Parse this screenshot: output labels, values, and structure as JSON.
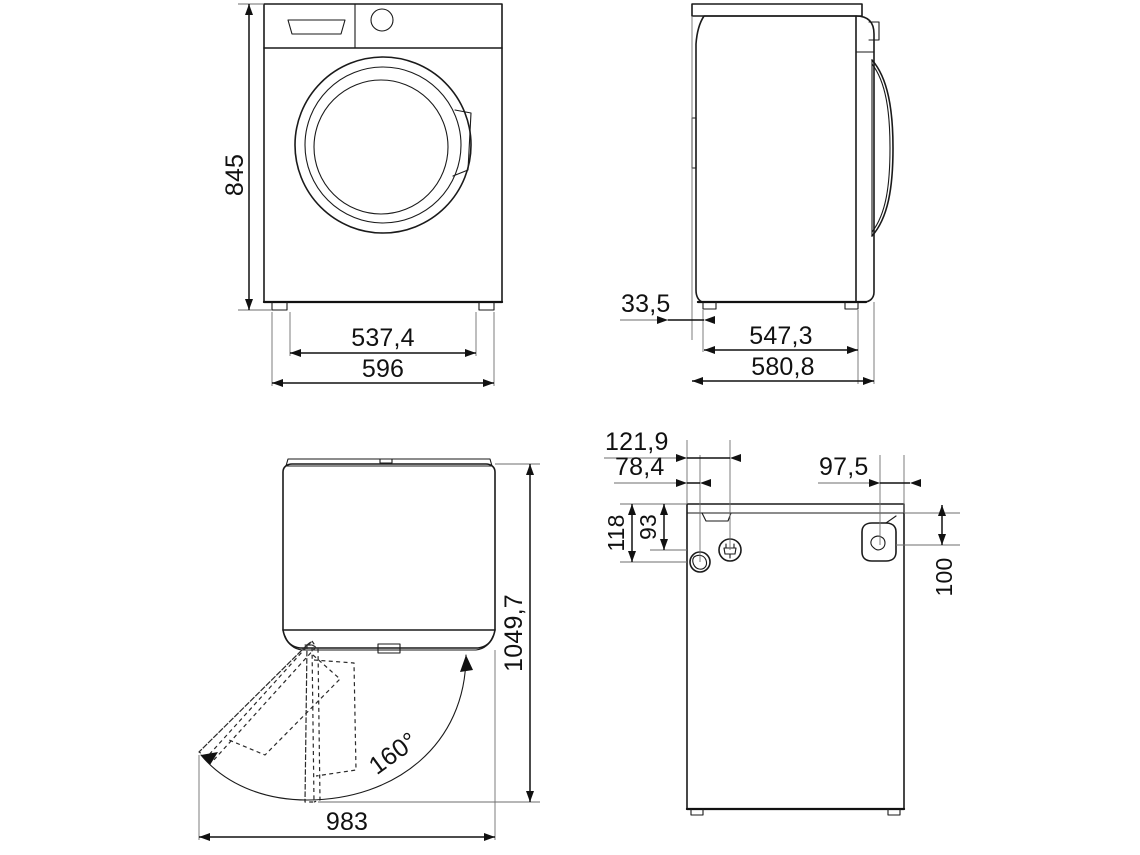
{
  "document": {
    "type": "technical-dimension-drawing",
    "subject": "Front-load washing machine",
    "units": "mm",
    "views": [
      "front-view",
      "side-view",
      "top-view-door-swing",
      "rear-view-connections"
    ]
  },
  "front_view": {
    "name": "front-view",
    "dimensions": {
      "height_overall": "845",
      "width_body": "537,4",
      "width_overall": "596"
    },
    "features": [
      "detergent-drawer",
      "control-knob",
      "door-porthole",
      "door-handle-notch",
      "leveling-feet"
    ]
  },
  "side_view": {
    "name": "side-view",
    "dimensions": {
      "rear_offset": "33,5",
      "depth_body": "547,3",
      "depth_overall": "580,8"
    },
    "features": [
      "top-panel",
      "door-profile",
      "rear-connector-tab",
      "leveling-feet"
    ]
  },
  "top_view": {
    "name": "top-view-door-swing",
    "dimensions": {
      "depth_with_door_open": "1049,7",
      "width_with_door_open": "983",
      "door_opening_angle": "160°"
    },
    "features": [
      "cabinet-outline",
      "door-handle-tab",
      "door-swing-arc",
      "door-position-90",
      "door-position-160"
    ]
  },
  "rear_view": {
    "name": "rear-view-connections",
    "dimensions": {
      "plug_offset_from_left": "121,9",
      "water_inlet_offset_from_left": "78,4",
      "drain_hose_offset_from_right": "97,5",
      "top_to_water_inlet": "118",
      "top_to_plug": "93",
      "top_to_drain_holder": "100"
    },
    "features": [
      "water-inlet-port",
      "power-plug-symbol",
      "drain-hose-holder",
      "top-edge-notch",
      "leveling-feet"
    ]
  },
  "colors": {
    "line": "#1a1a1a",
    "extension_line": "#6e6e6e",
    "background": "#ffffff",
    "text": "#111111"
  }
}
